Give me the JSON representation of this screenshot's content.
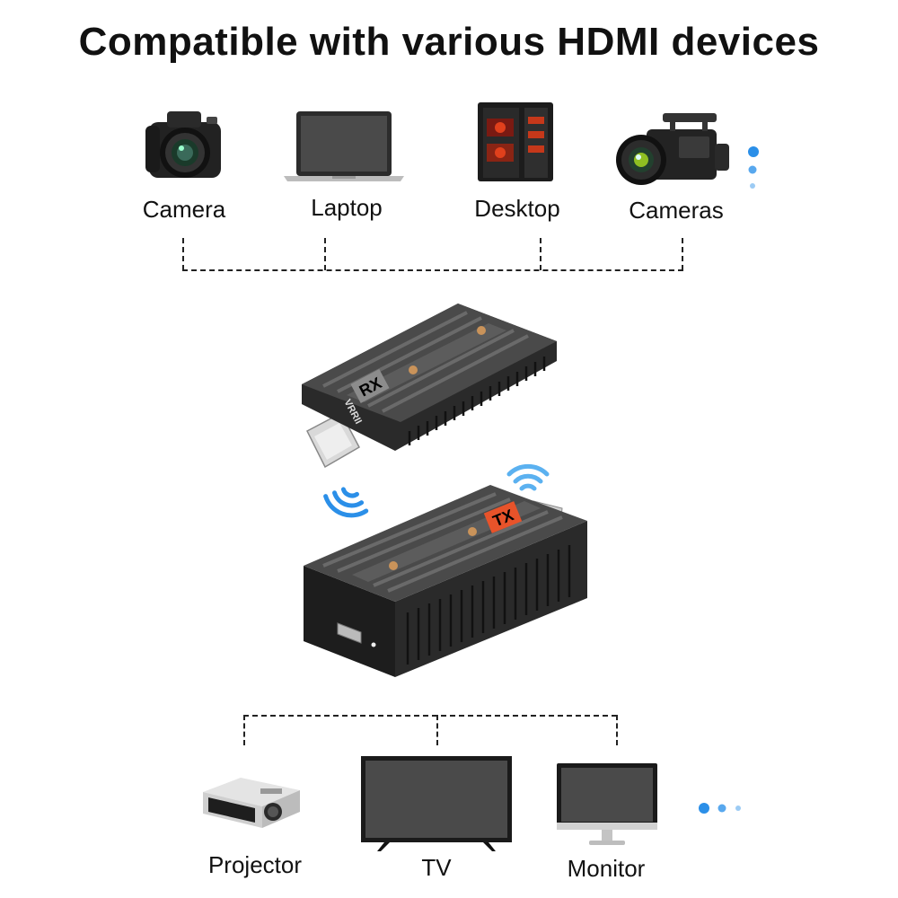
{
  "header": {
    "title": "Compatible with various HDMI devices"
  },
  "sources": {
    "items": [
      {
        "label": "Camera",
        "icon": "camera-icon"
      },
      {
        "label": "Laptop",
        "icon": "laptop-icon"
      },
      {
        "label": "Desktop",
        "icon": "desktop-icon"
      },
      {
        "label": "Cameras",
        "icon": "cinema-camera-icon"
      }
    ]
  },
  "devices": {
    "receiver": {
      "badge": "RX",
      "brand": "VRRII"
    },
    "transmitter": {
      "badge": "TX"
    }
  },
  "displays": {
    "items": [
      {
        "label": "Projector",
        "icon": "projector-icon"
      },
      {
        "label": "TV",
        "icon": "tv-icon"
      },
      {
        "label": "Monitor",
        "icon": "monitor-icon"
      }
    ]
  },
  "colors": {
    "accent_blue": "#2b8fe8",
    "tx_badge": "#e8532a",
    "device_body": "#3a3a3a"
  }
}
